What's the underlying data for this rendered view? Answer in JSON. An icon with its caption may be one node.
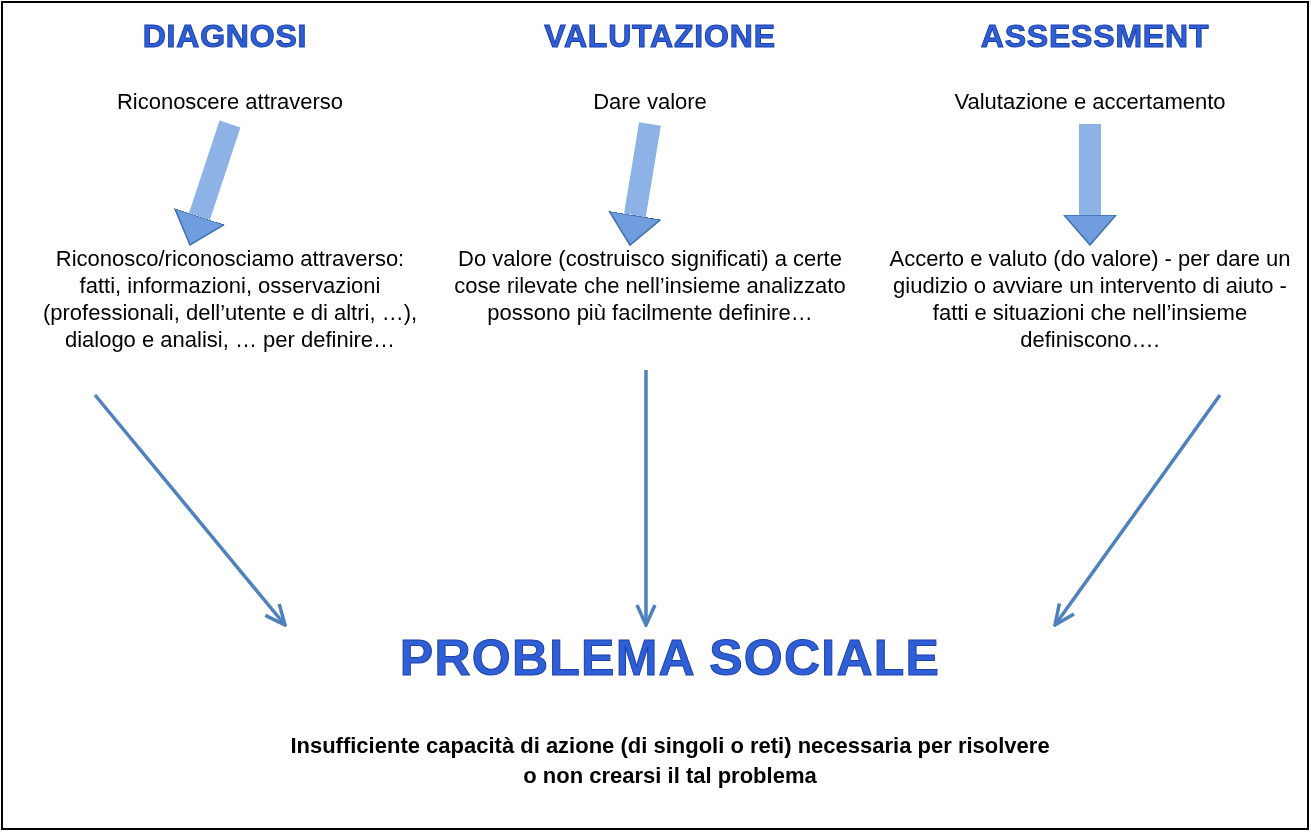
{
  "diagram": {
    "nodes": [
      {
        "text": [
          "Riconoscere attraverso"
        ]
      },
      {
        "text": [
          "Riconosco/riconosciamo attraverso: fatti, informazioni, osservazioni (professionali, dell’utente e di altri, …), dialogo e analisi, … per definire…"
        ]
      },
      {
        "text": [
          "Dare valore"
        ]
      },
      {
        "text": [
          "Do valore (costruisco significati) a certe cose rilevate che nell’insieme analizzato possono più facilmente definire…"
        ]
      },
      {
        "text": [
          "Valutazione e accertamento"
        ]
      },
      {
        "text": [
          "Accerto e valuto (do valore) - per dare un giudizio o avviare un intervento di aiuto -",
          "fatti e situazioni che nell’insieme definiscono…."
        ]
      },
      {
        "text": [
          "PROBLEMA SOCIALE",
          "Insufficiente capacità di azione (di singoli o reti) necessaria per risolvere o non crearsi il tal problema"
        ]
      }
    ],
    "edges": [
      {
        "from": 0,
        "to": 1,
        "arrow": "to",
        "style": "thick"
      },
      {
        "from": 2,
        "to": 3,
        "arrow": "to",
        "style": "thick"
      },
      {
        "from": 4,
        "to": 5,
        "arrow": "to",
        "style": "thick"
      },
      {
        "from": 1,
        "to": 6,
        "arrow": "to"
      },
      {
        "from": 3,
        "to": 6,
        "arrow": "to"
      },
      {
        "from": 5,
        "to": 6,
        "arrow": "to"
      }
    ],
    "labels": [
      "DIAGNOSI",
      "VALUTAZIONE",
      "ASSESSMENT"
    ]
  }
}
